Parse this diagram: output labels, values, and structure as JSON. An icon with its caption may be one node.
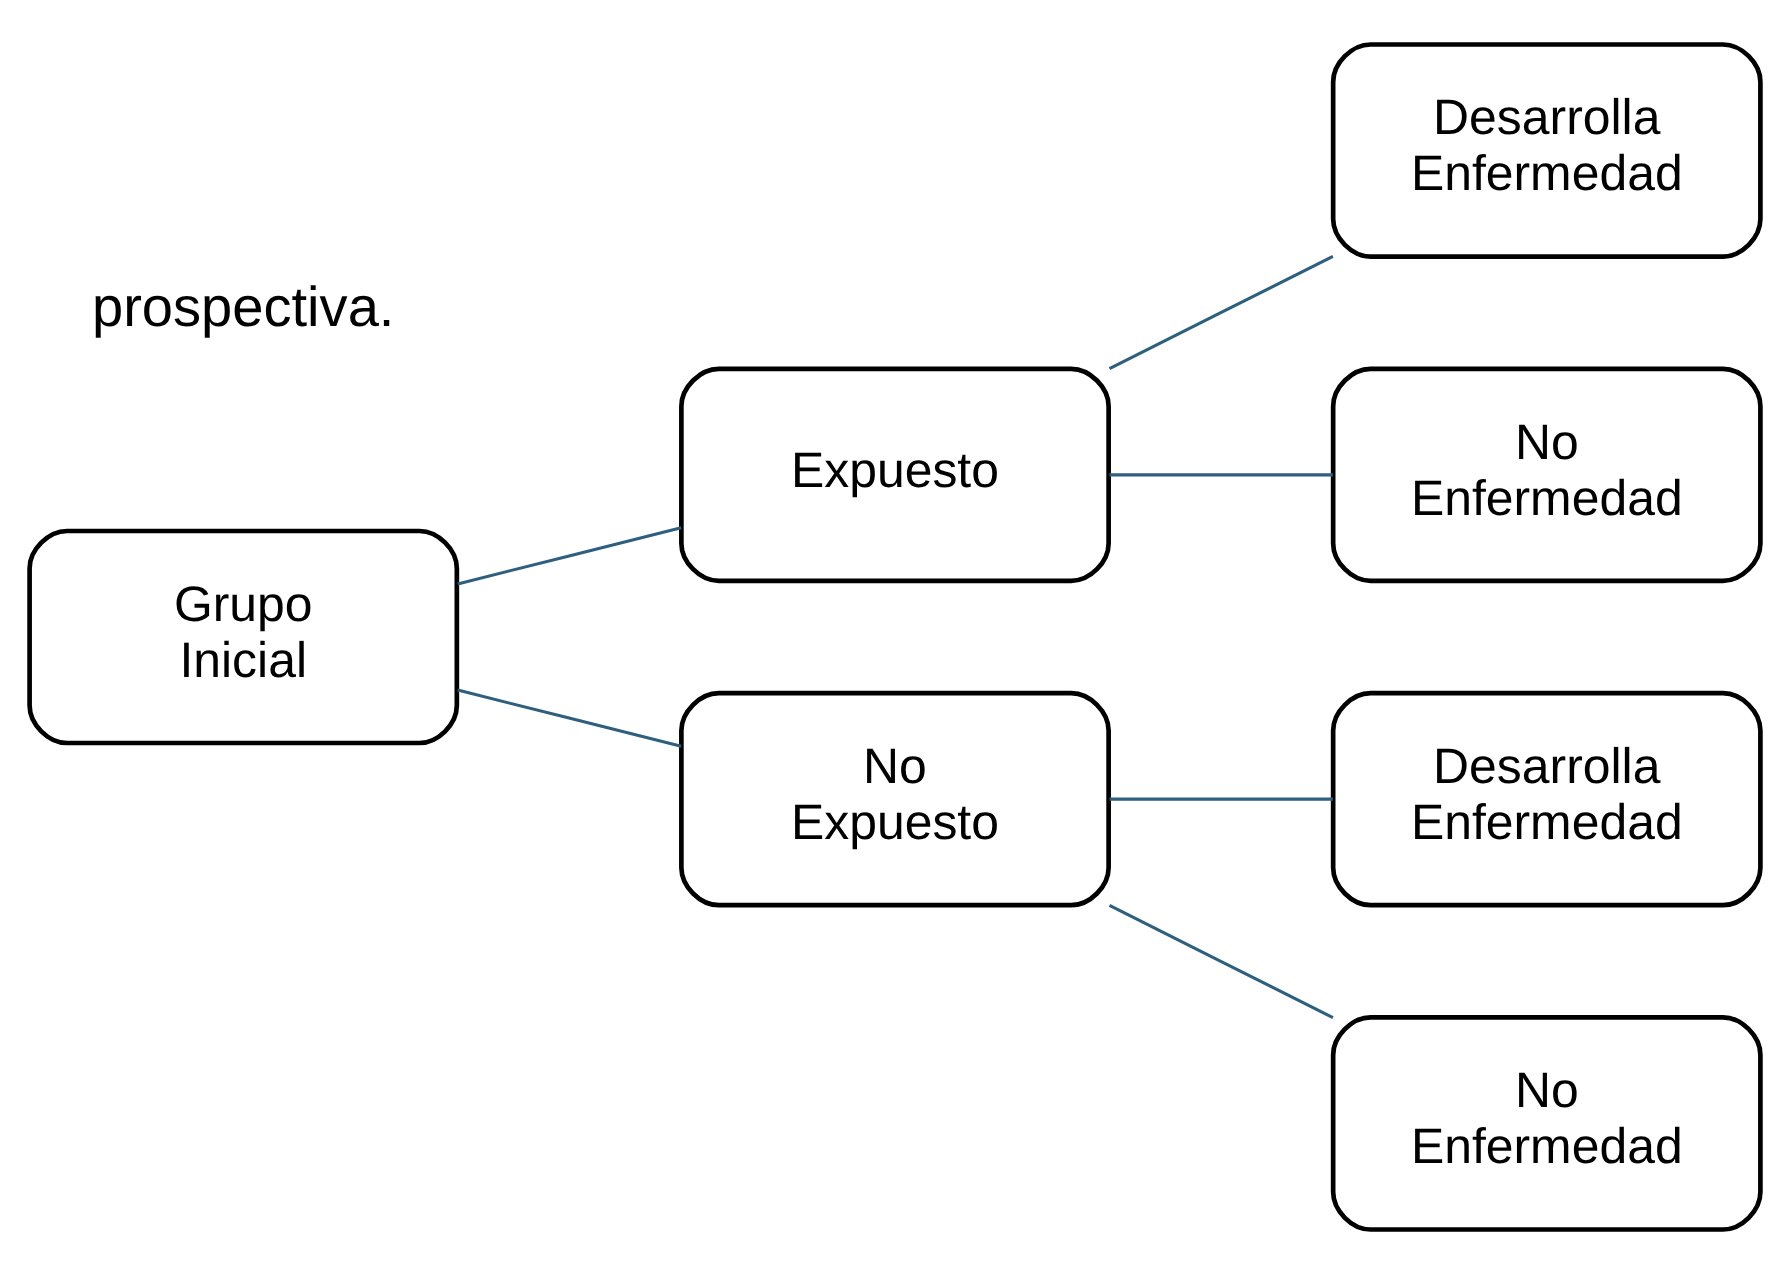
{
  "diagram": {
    "nodes": [
      {
        "text": [
          "Grupo Inicial"
        ]
      },
      {
        "text": [
          "Expuesto"
        ]
      },
      {
        "text": [
          "No Expuesto"
        ]
      },
      {
        "text": [
          "Desarrolla Enfermedad"
        ]
      },
      {
        "text": [
          "No Enfermedad"
        ]
      },
      {
        "text": [
          "Desarrolla Enfermedad"
        ]
      },
      {
        "text": [
          "No Enfermedad"
        ]
      }
    ],
    "edges": [
      {
        "from": 0,
        "to": 1,
        "arrow": "none"
      },
      {
        "from": 0,
        "to": 2,
        "arrow": "none"
      },
      {
        "from": 1,
        "to": 3,
        "arrow": "none"
      },
      {
        "from": 1,
        "to": 4,
        "arrow": "none"
      },
      {
        "from": 2,
        "to": 5,
        "arrow": "none"
      },
      {
        "from": 2,
        "to": 6,
        "arrow": "none"
      }
    ],
    "labels": [
      "prospectiva."
    ]
  }
}
